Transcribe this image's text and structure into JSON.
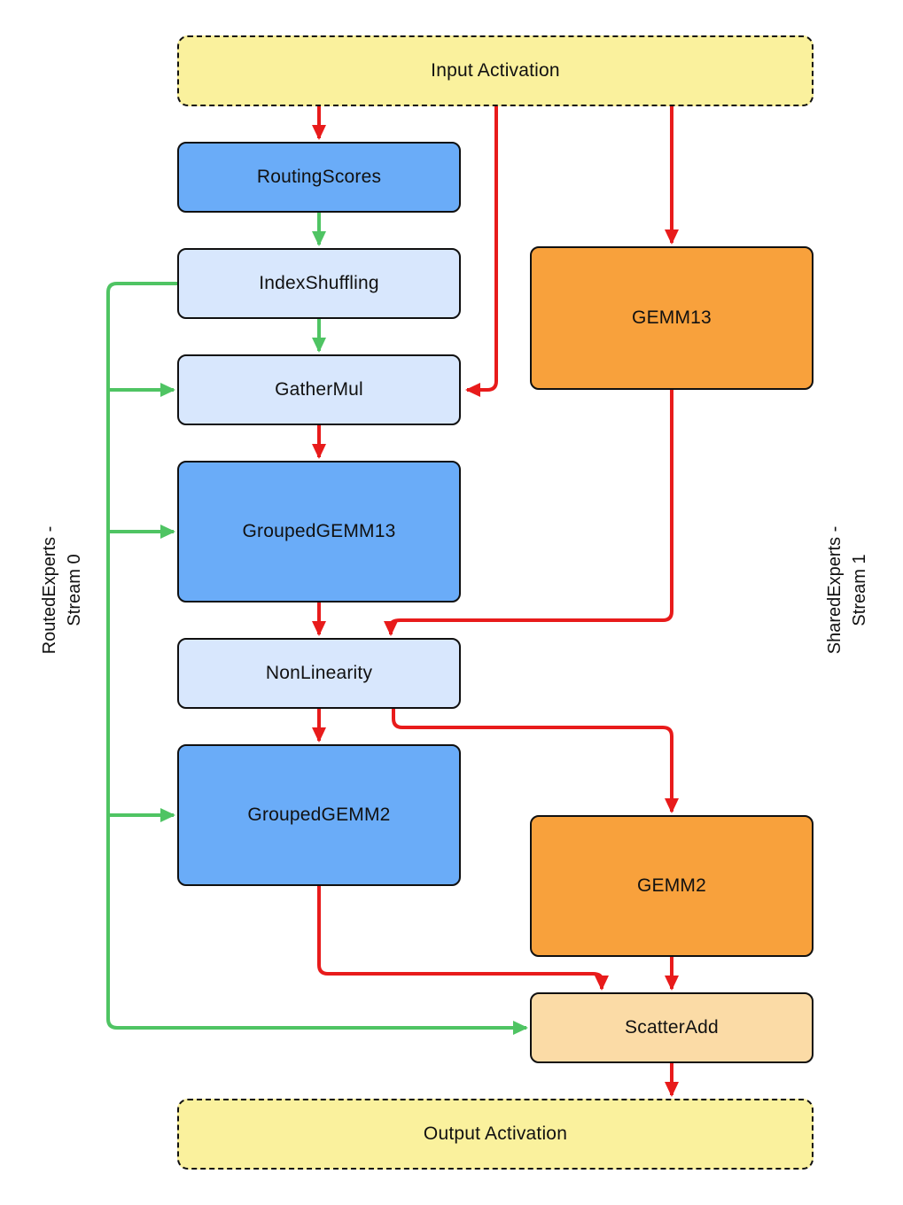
{
  "nodes": {
    "input": {
      "label": "Input Activation"
    },
    "routing": {
      "label": "RoutingScores"
    },
    "shuffle": {
      "label": "IndexShuffling"
    },
    "gather": {
      "label": "GatherMul"
    },
    "ggemm13": {
      "label": "GroupedGEMM13"
    },
    "nonlin": {
      "label": "NonLinearity"
    },
    "ggemm2": {
      "label": "GroupedGEMM2"
    },
    "gemm13": {
      "label": "GEMM13"
    },
    "gemm2": {
      "label": "GEMM2"
    },
    "scatter": {
      "label": "ScatterAdd"
    },
    "output": {
      "label": "Output Activation"
    }
  },
  "labels": {
    "left": {
      "line1": "RoutedExperts -",
      "line2": "Stream 0"
    },
    "right": {
      "line1": "SharedExperts -",
      "line2": "Stream 1"
    }
  },
  "colors": {
    "node_yellow": "#FAF19D",
    "node_blue": "#6AACF8",
    "node_light_blue": "#D8E7FD",
    "node_orange": "#F8A13C",
    "node_peach": "#FBDBA6",
    "node_border": "#101010",
    "edge_red": "#E81B1B",
    "edge_green": "#4FC463",
    "text": "#111111",
    "background": "#FFFFFF"
  }
}
